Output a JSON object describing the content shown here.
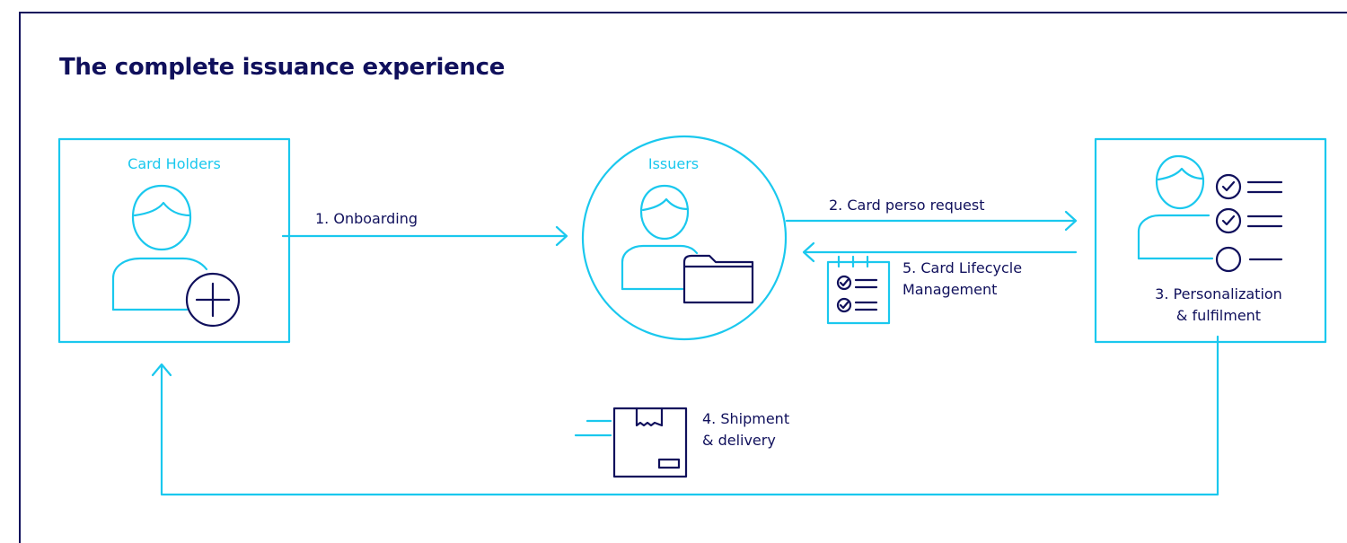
{
  "title": "The complete issuance experience",
  "nodes": {
    "card_holders": "Card Holders",
    "issuers": "Issuers",
    "personalization": [
      "3. Personalization",
      "& fulfilment"
    ]
  },
  "steps": {
    "onboarding": "1. Onboarding",
    "perso_request": "2. Card perso request",
    "shipment": [
      "4. Shipment",
      "& delivery"
    ],
    "lifecycle": [
      "5. Card Lifecycle",
      "Management"
    ]
  },
  "colors": {
    "navy": "#10105c",
    "cyan": "#1ac8ee"
  },
  "icons": [
    "person-add-icon",
    "person-folder-icon",
    "person-checklist-icon",
    "checklist-icon",
    "package-icon"
  ]
}
